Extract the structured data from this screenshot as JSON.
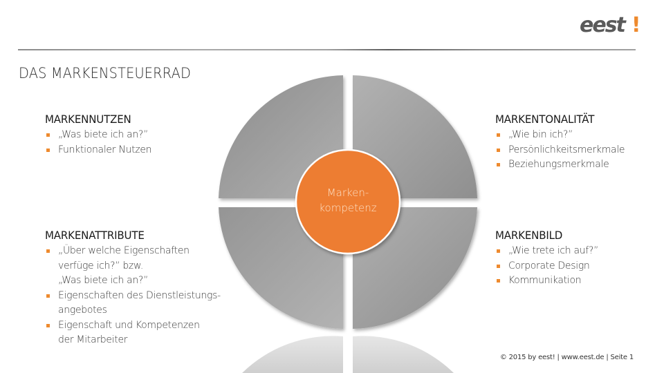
{
  "header": {
    "logo_text": "eest",
    "logo_exclamation": "!",
    "title": "DAS MARKENSTEUERRAD"
  },
  "colors": {
    "accent": "#ee8a2e",
    "wheel_gray": "#a6a6a6",
    "logo_gray": "#5a5a5a"
  },
  "wheel": {
    "center_line1": "Marken-",
    "center_line2": "kompetenz"
  },
  "blocks": {
    "markennutzen": {
      "title": "MARKENNUTZEN",
      "items": [
        {
          "lines": [
            "„Was biete ich an?”"
          ]
        },
        {
          "lines": [
            "Funktionaler Nutzen"
          ]
        }
      ]
    },
    "markentonalitaet": {
      "title": "MARKENTONALITÄT",
      "items": [
        {
          "lines": [
            "„Wie bin ich?”"
          ]
        },
        {
          "lines": [
            "Persönlichkeitsmerkmale"
          ]
        },
        {
          "lines": [
            "Beziehungsmerkmale"
          ]
        }
      ]
    },
    "markenattribute": {
      "title": "MARKENATTRIBUTE",
      "items": [
        {
          "lines": [
            "„Über welche Eigenschaften",
            "verfüge ich?” bzw.",
            "„Was biete ich an?”"
          ]
        },
        {
          "lines": [
            "Eigenschaften des Dienstleistungs-",
            "angebotes"
          ]
        },
        {
          "lines": [
            "Eigenschaft und Kompetenzen",
            "der Mitarbeiter"
          ]
        }
      ]
    },
    "markenbild": {
      "title": "MARKENBILD",
      "items": [
        {
          "lines": [
            "„Wie trete ich auf?”"
          ]
        },
        {
          "lines": [
            "Corporate Design"
          ]
        },
        {
          "lines": [
            "Kommunikation"
          ]
        }
      ]
    }
  },
  "footer": {
    "text": "© 2015  by eest! | www.eest.de | Seite 1"
  }
}
